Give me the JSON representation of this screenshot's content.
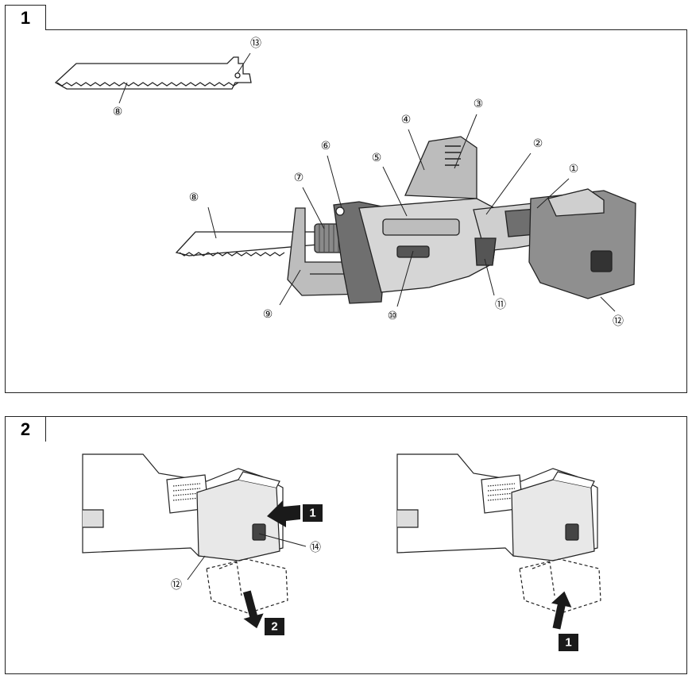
{
  "figures": [
    {
      "id": "1",
      "label": "1"
    },
    {
      "id": "2",
      "label": "2"
    }
  ],
  "figure1": {
    "callouts": [
      {
        "num": "⑬",
        "part": "blade-hook"
      },
      {
        "num": "⑧",
        "part": "blade-loose"
      },
      {
        "num": "⑧",
        "part": "blade-mounted"
      },
      {
        "num": "⑦",
        "part": "blade-holder"
      },
      {
        "num": "⑥",
        "part": "shoe-release"
      },
      {
        "num": "⑤",
        "part": "body"
      },
      {
        "num": "④",
        "part": "motor-housing"
      },
      {
        "num": "③",
        "part": "vents"
      },
      {
        "num": "②",
        "part": "switch-lock"
      },
      {
        "num": "①",
        "part": "led"
      },
      {
        "num": "⑨",
        "part": "shoe"
      },
      {
        "num": "⑩",
        "part": "light"
      },
      {
        "num": "⑪",
        "part": "trigger"
      },
      {
        "num": "⑫",
        "part": "battery"
      }
    ]
  },
  "figure2": {
    "left": {
      "callouts": [
        {
          "num": "⑭",
          "part": "release-button"
        },
        {
          "num": "⑫",
          "part": "battery"
        }
      ],
      "steps": [
        "1",
        "2"
      ]
    },
    "right": {
      "steps": [
        "1"
      ]
    }
  },
  "colors": {
    "ink": "#222222",
    "tool_gray": "#cfcfcf",
    "tool_dark": "#555555",
    "step_box": "#1a1a1a"
  }
}
